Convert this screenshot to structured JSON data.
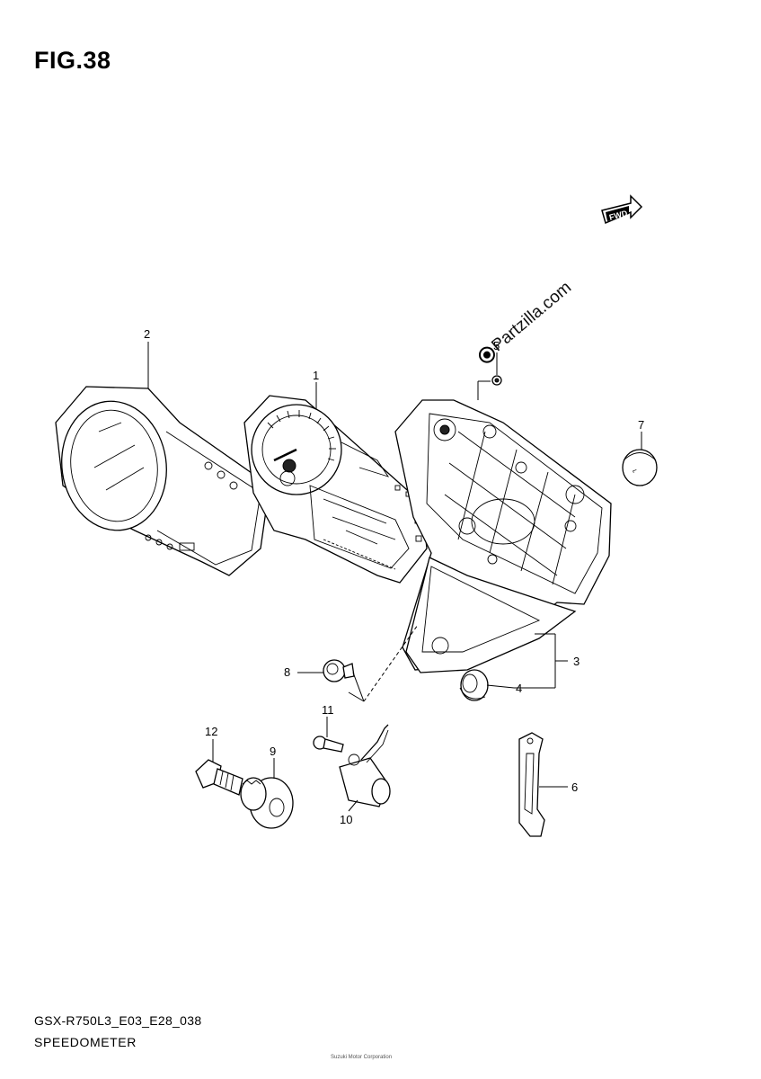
{
  "figure": {
    "title": "FIG.38",
    "fwd_label": "FWD",
    "watermark": "Partzilla.com",
    "code": "GSX-R750L3_E03_E28_038",
    "caption": "SPEEDOMETER",
    "footer_note": "Suzuki Motor Corporation"
  },
  "callouts": [
    {
      "id": "callout-1",
      "label": "1"
    },
    {
      "id": "callout-2",
      "label": "2"
    },
    {
      "id": "callout-3",
      "label": "3"
    },
    {
      "id": "callout-4",
      "label": "4"
    },
    {
      "id": "callout-5",
      "label": "5"
    },
    {
      "id": "callout-6",
      "label": "6"
    },
    {
      "id": "callout-7",
      "label": "7"
    },
    {
      "id": "callout-8",
      "label": "8"
    },
    {
      "id": "callout-9",
      "label": "9"
    },
    {
      "id": "callout-10",
      "label": "10"
    },
    {
      "id": "callout-11",
      "label": "11"
    },
    {
      "id": "callout-12",
      "label": "12"
    }
  ]
}
